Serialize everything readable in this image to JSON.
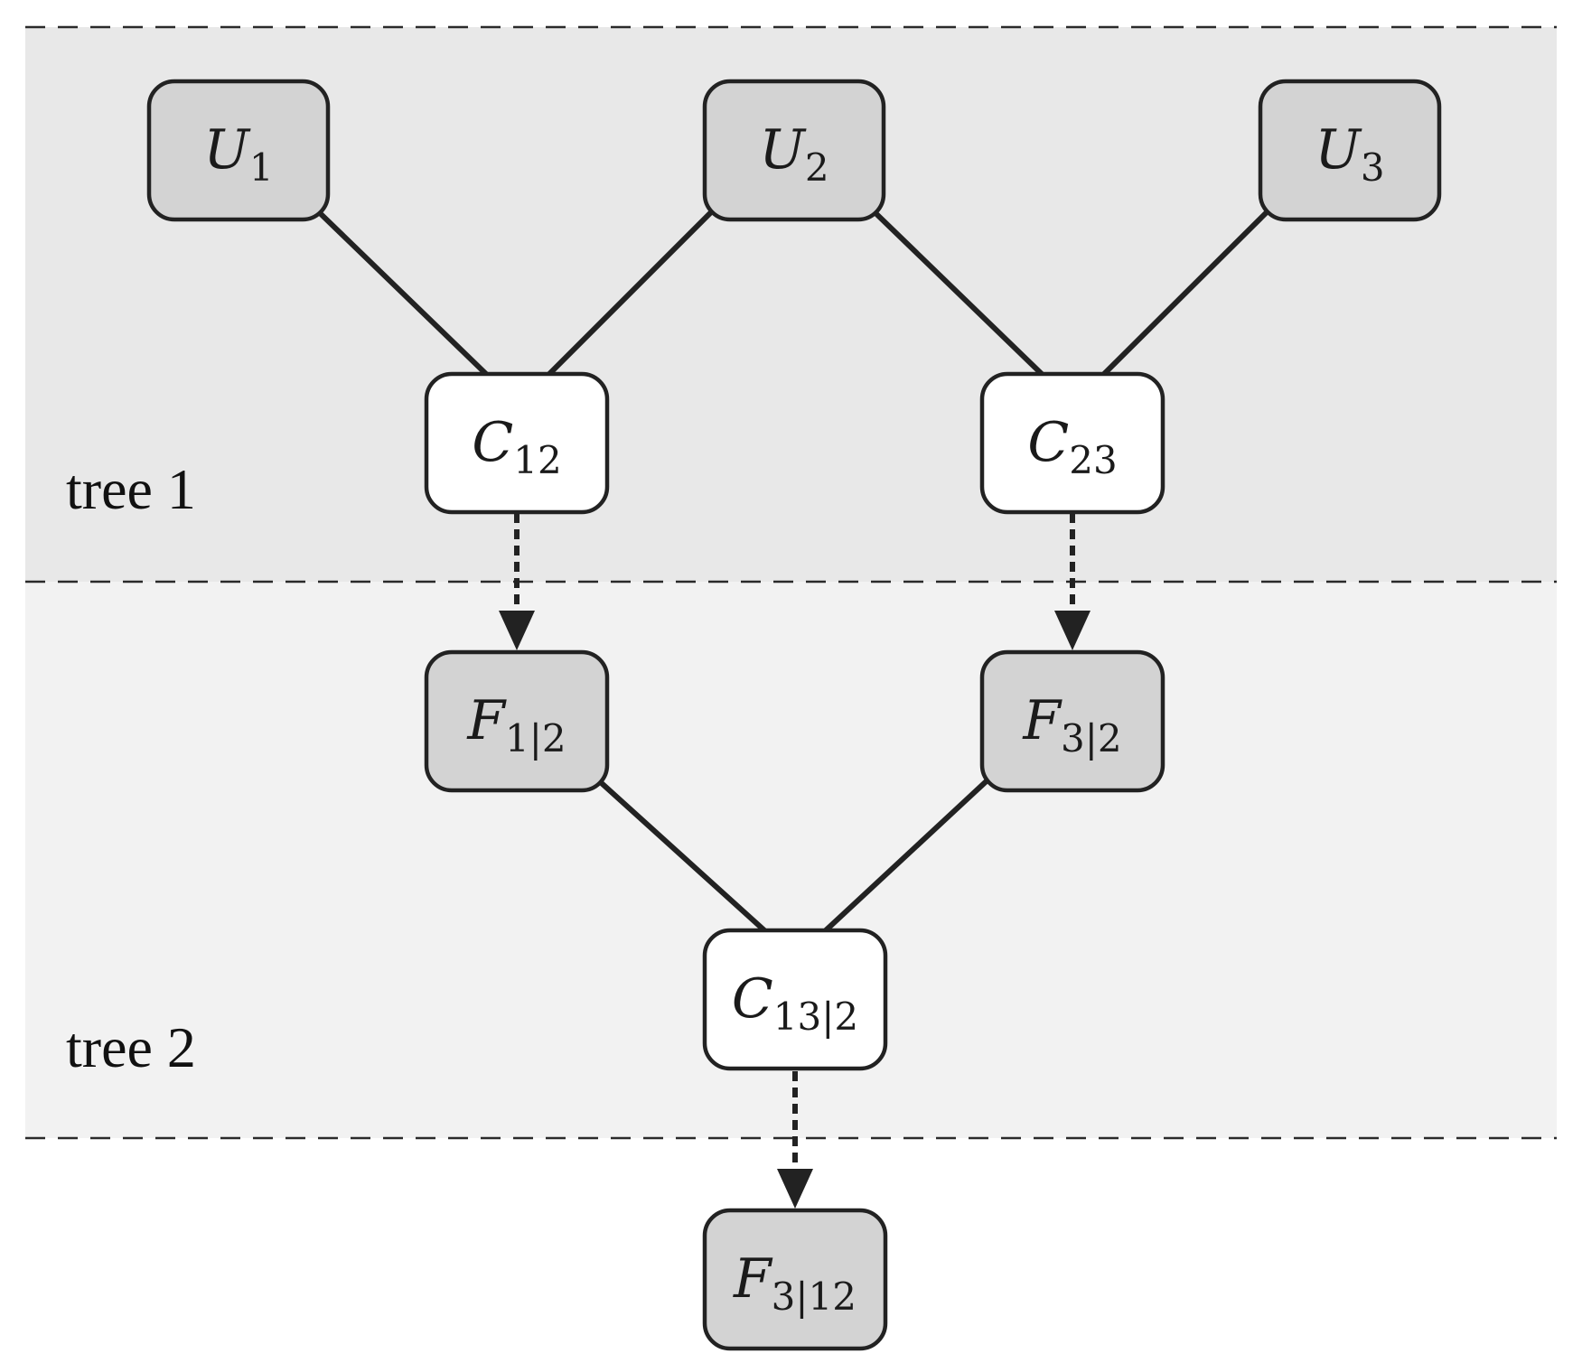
{
  "tree_labels": {
    "tree1": "tree 1",
    "tree2": "tree 2"
  },
  "nodes": {
    "U1": {
      "main": "U",
      "sub": "1"
    },
    "U2": {
      "main": "U",
      "sub": "2"
    },
    "U3": {
      "main": "U",
      "sub": "3"
    },
    "C12": {
      "main": "C",
      "sub": "12"
    },
    "C23": {
      "main": "C",
      "sub": "23"
    },
    "F1g2": {
      "main": "F",
      "sub": "1|2"
    },
    "F3g2": {
      "main": "F",
      "sub": "3|2"
    },
    "C13g2": {
      "main": "C",
      "sub": "13|2"
    },
    "F3g12": {
      "main": "F",
      "sub": "3|12"
    }
  },
  "colors": {
    "tree1_band": "#e8e8e8",
    "tree2_band": "#f2f2f2",
    "gray_node": "#d3d3d3",
    "white_node": "#ffffff",
    "stroke": "#222222"
  }
}
